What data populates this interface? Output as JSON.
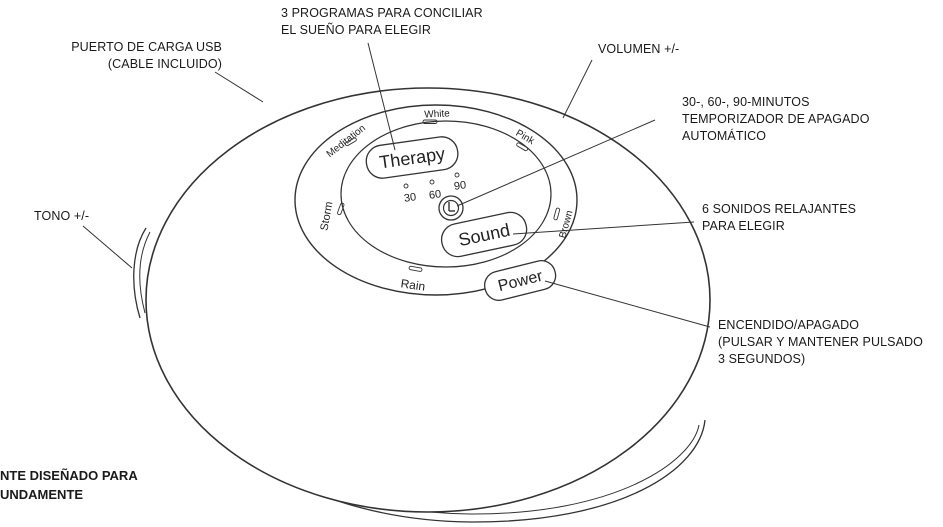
{
  "device": {
    "buttons": {
      "therapy": "Therapy",
      "sound": "Sound",
      "power": "Power"
    },
    "sound_labels": {
      "white": "White",
      "pink": "Pink",
      "brown": "Brown",
      "rain": "Rain",
      "storm": "Storm",
      "meditation": "Meditation"
    },
    "timer_labels": {
      "t30": "30",
      "t60": "60",
      "t90": "90"
    },
    "clock_icon": "clock-icon"
  },
  "callouts": {
    "usb": [
      "PUERTO DE CARGA USB",
      "(CABLE INCLUIDO)"
    ],
    "programs": [
      "3 PROGRAMAS PARA CONCILIAR",
      "EL SUEÑO PARA ELEGIR"
    ],
    "volume": [
      "VOLUMEN +/-"
    ],
    "timer": [
      "30-, 60-, 90-MINUTOS",
      "TEMPORIZADOR DE APAGADO",
      "AUTOMÁTICO"
    ],
    "tone": [
      "TONO +/-"
    ],
    "sounds": [
      "6 SONIDOS RELAJANTES",
      "PARA ELEGIR"
    ],
    "power": [
      "ENCENDIDO/APAGADO",
      "(PULSAR Y MANTENER PULSADO",
      "3 SEGUNDOS)"
    ]
  },
  "footer_note": [
    "NTE DISEÑADO PARA",
    "UNDAMENTE"
  ]
}
